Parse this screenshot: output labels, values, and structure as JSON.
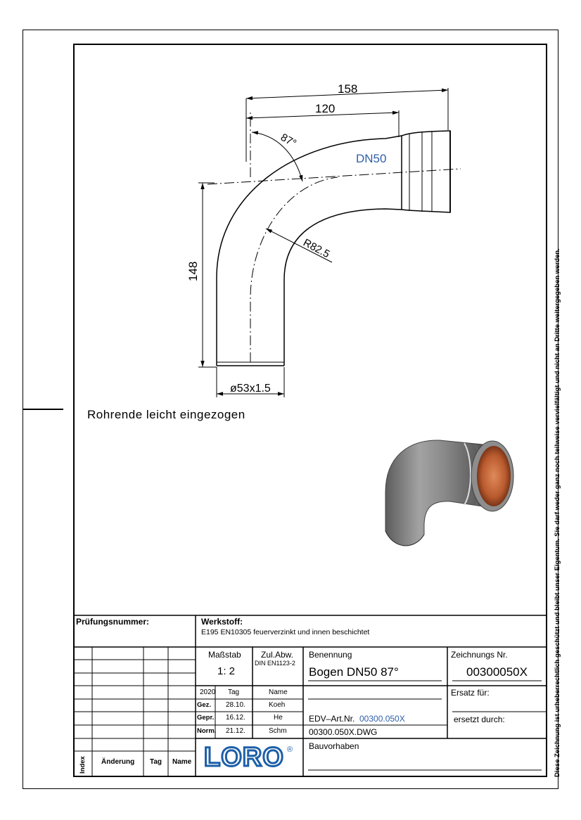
{
  "drawing": {
    "dim_158": "158",
    "dim_120": "120",
    "dim_angle": "87°",
    "dim_148": "148",
    "dim_radius": "R82.5",
    "dim_diameter": "ø53x1.5",
    "label_dn": "DN50",
    "note": "Rohrende leicht eingezogen"
  },
  "side_notice": "Diese Zeichnung ist urheberrechtlich geschützt und bleibt unser Eigentum. Sie darf weder ganz noch teilweise vervielfältigt und nicht an Dritte weitergegeben werden.",
  "title_block": {
    "pruefnummer_label": "Prüfungsnummer:",
    "werkstoff_label": "Werkstoff:",
    "werkstoff_value": "E195  EN10305  feuerverzinkt  und  innen  beschichtet",
    "massstab_label": "Maßstab",
    "massstab_value": "1: 2",
    "zulabw_label": "Zul.Abw.",
    "zulabw_value": "DIN EN1123-2",
    "benennung_label": "Benennung",
    "benennung_value": "Bogen  DN50  87°",
    "zeichnungsnr_label": "Zeichnungs Nr.",
    "zeichnungsnr_value": "00300050X",
    "year": "2020",
    "tag_label": "Tag",
    "name_label": "Name",
    "gez_label": "Gez.",
    "gez_tag": "28.10.",
    "gez_name": "Koeh",
    "gepr_label": "Gepr.",
    "gepr_tag": "16.12.",
    "gepr_name": "He",
    "norm_label": "Norm.",
    "norm_tag": "21.12.",
    "norm_name": "Schm",
    "ersatz_fuer_label": "Ersatz  für:",
    "ersetzt_durch_label": "ersetzt  durch:",
    "edv_label": "EDV–Art.Nr.",
    "edv_value": "00300.050X",
    "dwg_value": "00300.050X.DWG",
    "bauvorhaben_label": "Bauvorhaben",
    "index_label": "Index",
    "aenderung_label": "Änderung",
    "tag2_label": "Tag",
    "name2_label": "Name",
    "logo_text": "LORO"
  },
  "colors": {
    "line": "#000000",
    "blue_text": "#2f5fa8",
    "logo_blue": "#1d5fa8",
    "pipe_grey": "#7b7b7b",
    "copper": "#c0653a"
  }
}
